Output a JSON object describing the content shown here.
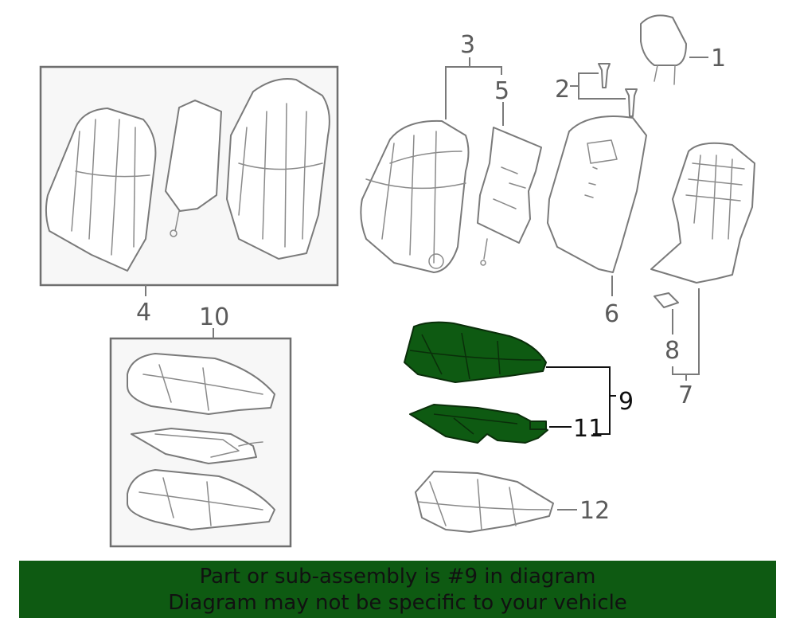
{
  "callouts": {
    "c1": "1",
    "c2": "2",
    "c3": "3",
    "c4": "4",
    "c5": "5",
    "c6": "6",
    "c7": "7",
    "c8": "8",
    "c9": "9",
    "c10": "10",
    "c11": "11",
    "c12": "12"
  },
  "banner": {
    "line1": "Part or sub-assembly is #9 in diagram",
    "line2": "Diagram may not be specific to your vehicle"
  },
  "colors": {
    "highlight": "#0e5a12",
    "banner_background": "#0e5a12",
    "line_art": "#7a7a7a"
  }
}
